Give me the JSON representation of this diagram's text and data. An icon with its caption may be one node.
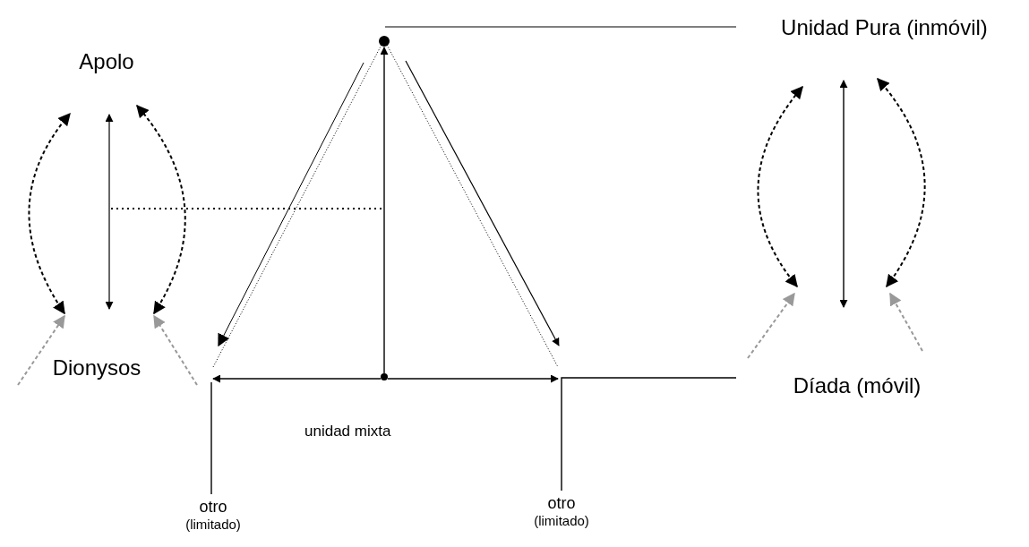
{
  "diagram": {
    "nodes": [
      {
        "text": [
          "Apolo"
        ]
      },
      {
        "text": [
          "Dionysos"
        ]
      },
      {
        "text": [],
        "shape": "circle"
      },
      {
        "text": [
          "Unidad Pura (inmóvil)"
        ]
      },
      {
        "text": [],
        "shape": "circle"
      },
      {
        "text": [
          "Díada (móvil)"
        ]
      },
      {
        "text": [
          "otro",
          "(limitado)"
        ]
      },
      {
        "text": [
          "otro",
          "(limitado)"
        ]
      }
    ],
    "edges": [
      {
        "from": 1,
        "to": 0,
        "arrow": "both",
        "style": "dashed"
      },
      {
        "from": 1,
        "to": 0,
        "arrow": "both"
      },
      {
        "from": 1,
        "to": 0,
        "arrow": "both",
        "style": "dashed"
      },
      {
        "from": 3,
        "to": 2,
        "arrow": "none"
      },
      {
        "from": 2,
        "to": null,
        "arrow": "to"
      },
      {
        "from": 2,
        "to": null,
        "arrow": "none",
        "style": "dashed"
      },
      {
        "from": 2,
        "to": null,
        "arrow": "to"
      },
      {
        "from": 2,
        "to": null,
        "arrow": "none",
        "style": "dashed"
      },
      {
        "from": 4,
        "to": 2,
        "arrow": "to"
      },
      {
        "from": 4,
        "to": null,
        "arrow": "to"
      },
      {
        "from": 4,
        "to": null,
        "arrow": "to"
      },
      {
        "from": 6,
        "to": null,
        "arrow": "none"
      },
      {
        "from": 7,
        "to": 5,
        "arrow": "none"
      },
      {
        "from": 5,
        "to": null,
        "arrow": "both",
        "style": "dashed"
      },
      {
        "from": 5,
        "to": null,
        "arrow": "both"
      },
      {
        "from": 5,
        "to": null,
        "arrow": "both",
        "style": "dashed"
      }
    ],
    "labels": [
      "unidad mixta"
    ]
  }
}
